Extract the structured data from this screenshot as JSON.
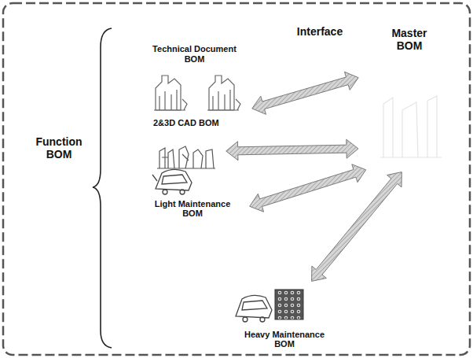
{
  "diagram": {
    "nodes": [
      {
        "text": [
          "Technical Document BOM"
        ]
      },
      {
        "text": [
          "2&3D CAD BOM"
        ]
      },
      {
        "text": [
          "Light Maintenance BOM"
        ]
      },
      {
        "text": [
          "Heavy Maintenance BOM"
        ]
      },
      {
        "text": [
          "Master BOM"
        ]
      }
    ],
    "edges": [
      {
        "from": 0,
        "to": 4,
        "arrow": "both"
      },
      {
        "from": 1,
        "to": 4,
        "arrow": "both"
      },
      {
        "from": 2,
        "to": 4,
        "arrow": "both"
      },
      {
        "from": 3,
        "to": 4,
        "arrow": "both"
      }
    ],
    "labels": [
      "Interface",
      "Function BOM"
    ]
  }
}
